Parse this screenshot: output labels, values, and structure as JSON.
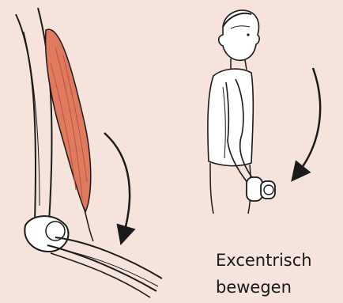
{
  "caption": {
    "line1": "Excentrisch",
    "line2": "bewegen"
  },
  "colors": {
    "background": "#f6e3dc",
    "muscle": "#e07a5f",
    "ink": "#1a1a1a",
    "skin": "#ffffff"
  },
  "icons": {
    "left": "arm-anatomy-biceps-illustration",
    "right": "man-holding-dumbbell-illustration",
    "motion": "curved-arrow-down-icon"
  }
}
